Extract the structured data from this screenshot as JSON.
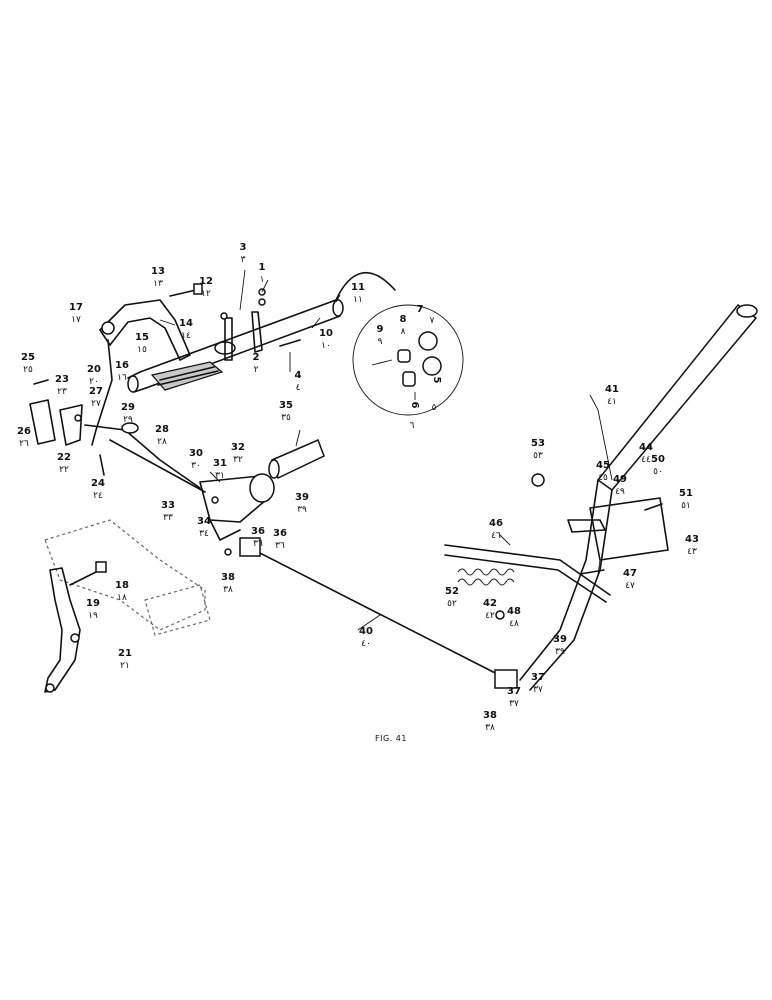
{
  "figure": {
    "caption": "FIG. 41"
  },
  "callouts": [
    {
      "n": "1",
      "ar": "١"
    },
    {
      "n": "2",
      "ar": "٢"
    },
    {
      "n": "3",
      "ar": "٣"
    },
    {
      "n": "4",
      "ar": "٤"
    },
    {
      "n": "5",
      "ar": "٥"
    },
    {
      "n": "6",
      "ar": "٦"
    },
    {
      "n": "7",
      "ar": "٧"
    },
    {
      "n": "8",
      "ar": "٨"
    },
    {
      "n": "9",
      "ar": "٩"
    },
    {
      "n": "10",
      "ar": "١٠"
    },
    {
      "n": "11",
      "ar": "١١"
    },
    {
      "n": "12",
      "ar": "١٢"
    },
    {
      "n": "13",
      "ar": "١٣"
    },
    {
      "n": "14",
      "ar": "١٤"
    },
    {
      "n": "15",
      "ar": "١٥"
    },
    {
      "n": "16",
      "ar": "١٦"
    },
    {
      "n": "17",
      "ar": "١٧"
    },
    {
      "n": "18",
      "ar": "١٨"
    },
    {
      "n": "19",
      "ar": "١٩"
    },
    {
      "n": "20",
      "ar": "٢٠"
    },
    {
      "n": "21",
      "ar": "٢١"
    },
    {
      "n": "22",
      "ar": "٢٢"
    },
    {
      "n": "23",
      "ar": "٢٣"
    },
    {
      "n": "24",
      "ar": "٢٤"
    },
    {
      "n": "25",
      "ar": "٢٥"
    },
    {
      "n": "26",
      "ar": "٢٦"
    },
    {
      "n": "27",
      "ar": "٢٧"
    },
    {
      "n": "28",
      "ar": "٢٨"
    },
    {
      "n": "29",
      "ar": "٢٩"
    },
    {
      "n": "30",
      "ar": "٣٠"
    },
    {
      "n": "31",
      "ar": "٣١"
    },
    {
      "n": "32",
      "ar": "٣٢"
    },
    {
      "n": "33",
      "ar": "٣٣"
    },
    {
      "n": "34",
      "ar": "٣٤"
    },
    {
      "n": "35",
      "ar": "٣٥"
    },
    {
      "n": "36",
      "ar": "٣٦"
    },
    {
      "n": "37",
      "ar": "٣٧"
    },
    {
      "n": "38",
      "ar": "٣٨"
    },
    {
      "n": "39",
      "ar": "٣٩"
    },
    {
      "n": "40",
      "ar": "٤٠"
    },
    {
      "n": "41",
      "ar": "٤١"
    },
    {
      "n": "42",
      "ar": "٤٢"
    },
    {
      "n": "43",
      "ar": "٤٣"
    },
    {
      "n": "44",
      "ar": "٤٤"
    },
    {
      "n": "45",
      "ar": "٤٥"
    },
    {
      "n": "46",
      "ar": "٤٦"
    },
    {
      "n": "47",
      "ar": "٤٧"
    },
    {
      "n": "48",
      "ar": "٤٨"
    },
    {
      "n": "49",
      "ar": "٤٩"
    },
    {
      "n": "50",
      "ar": "٥٠"
    },
    {
      "n": "51",
      "ar": "٥١"
    },
    {
      "n": "52",
      "ar": "٥٢"
    },
    {
      "n": "53",
      "ar": "٥٣"
    },
    {
      "n": "36",
      "ar": "٣٦"
    },
    {
      "n": "37",
      "ar": "٣٧"
    },
    {
      "n": "38",
      "ar": "٣٨"
    },
    {
      "n": "39",
      "ar": "٣٩"
    }
  ]
}
